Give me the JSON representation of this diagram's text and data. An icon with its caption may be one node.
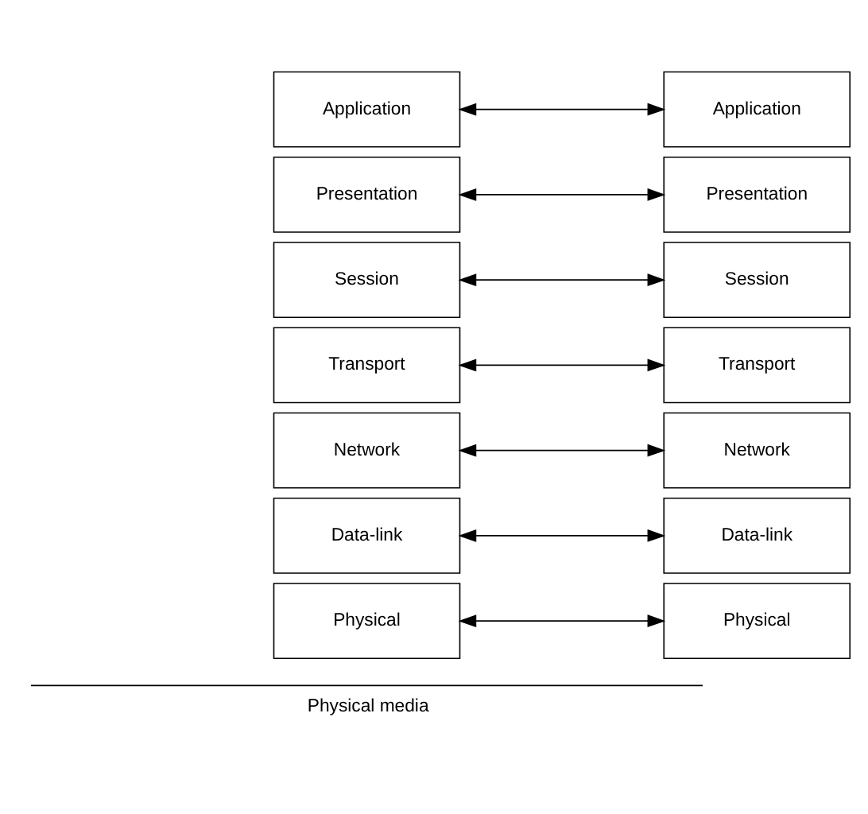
{
  "diagram": {
    "nodes": [
      {
        "text": [
          "Application"
        ]
      },
      {
        "text": [
          "Application"
        ]
      },
      {
        "text": [
          "Presentation"
        ]
      },
      {
        "text": [
          "Presentation"
        ]
      },
      {
        "text": [
          "Session"
        ]
      },
      {
        "text": [
          "Session"
        ]
      },
      {
        "text": [
          "Transport"
        ]
      },
      {
        "text": [
          "Transport"
        ]
      },
      {
        "text": [
          "Network"
        ]
      },
      {
        "text": [
          "Network"
        ]
      },
      {
        "text": [
          "Data-link"
        ]
      },
      {
        "text": [
          "Data-link"
        ]
      },
      {
        "text": [
          "Physical"
        ]
      },
      {
        "text": [
          "Physical"
        ]
      }
    ],
    "edges": [
      {
        "from": 0,
        "to": 1,
        "arrow": "both"
      },
      {
        "from": 2,
        "to": 3,
        "arrow": "both"
      },
      {
        "from": 4,
        "to": 5,
        "arrow": "both"
      },
      {
        "from": 6,
        "to": 7,
        "arrow": "both"
      },
      {
        "from": 8,
        "to": 9,
        "arrow": "both"
      },
      {
        "from": 10,
        "to": 11,
        "arrow": "both"
      },
      {
        "from": 12,
        "to": 13,
        "arrow": "both"
      }
    ],
    "labels": [
      "Physical media"
    ]
  }
}
